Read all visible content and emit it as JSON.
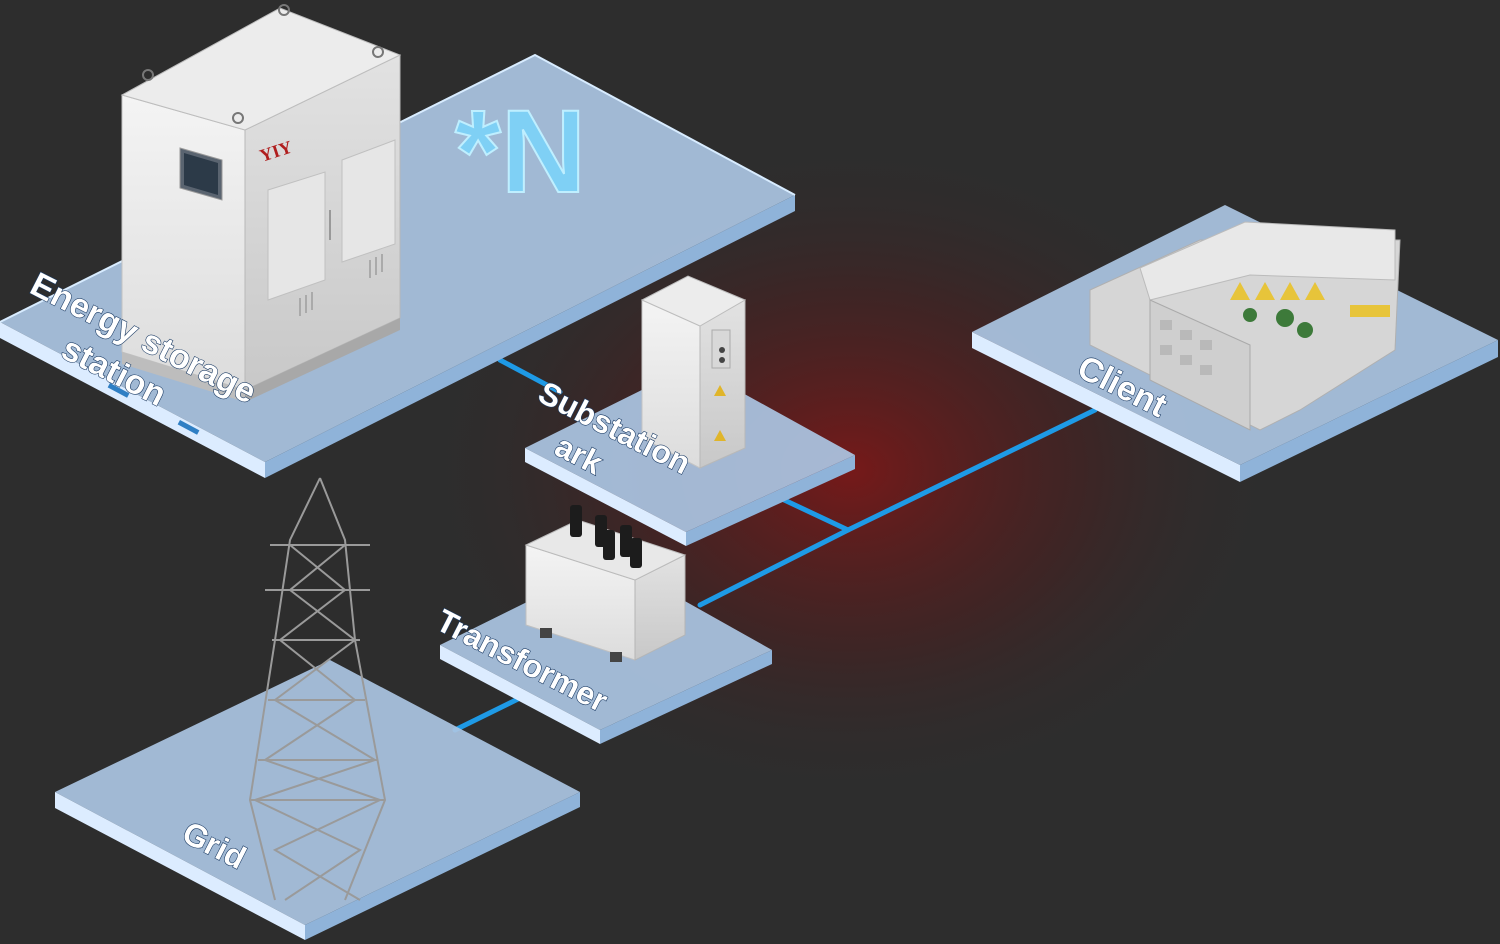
{
  "scene": {
    "background": "#2d2d2d",
    "glow_color": "#7a1818",
    "platform_color": "#a9c4e2",
    "line_color": "#1e9ae6"
  },
  "nodes": {
    "energy_storage": {
      "label_line1": "Energy storage",
      "label_line2": "station",
      "brand": "YIY",
      "mark": "*N"
    },
    "substation": {
      "label_line1": "Substation",
      "label_line2": "ark"
    },
    "transformer": {
      "label": "Transformer"
    },
    "grid": {
      "label": "Grid"
    },
    "client": {
      "label": "Client"
    }
  }
}
